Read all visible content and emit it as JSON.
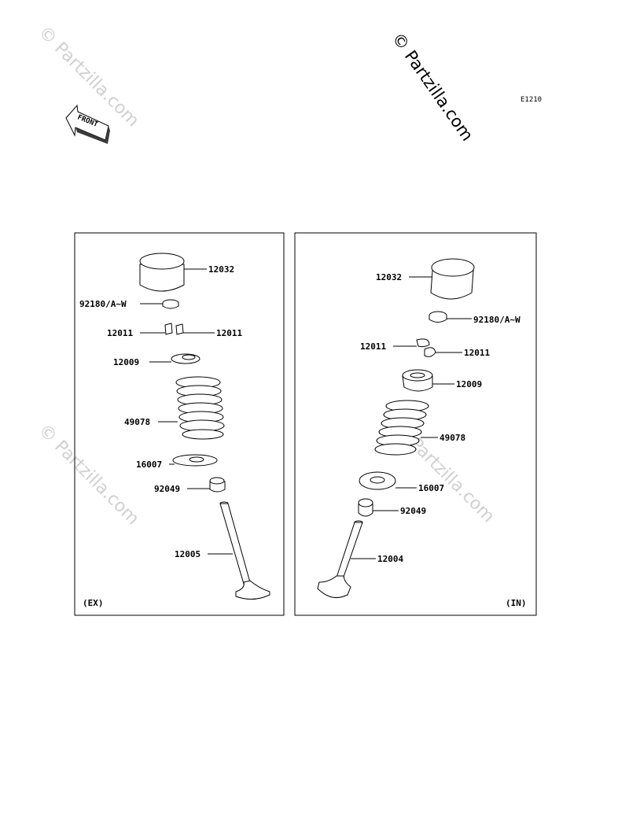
{
  "diagram_code": "E1210",
  "front_label": "FRONT",
  "watermark_main": "© Partzilla.com",
  "watermark_faint": "© Partzilla.com",
  "panels": {
    "exhaust": {
      "side_label": "(EX)",
      "parts": {
        "tappet": "12032",
        "shim": "92180/A~W",
        "cotter_left": "12011",
        "cotter_right": "12011",
        "retainer": "12009",
        "spring": "49078",
        "spring_seat": "16007",
        "stem_seal": "92049",
        "valve": "12005"
      }
    },
    "intake": {
      "side_label": "(IN)",
      "parts": {
        "tappet": "12032",
        "shim": "92180/A~W",
        "cotter_left": "12011",
        "cotter_right": "12011",
        "retainer": "12009",
        "spring": "49078",
        "spring_seat": "16007",
        "stem_seal": "92049",
        "valve": "12004"
      }
    }
  }
}
